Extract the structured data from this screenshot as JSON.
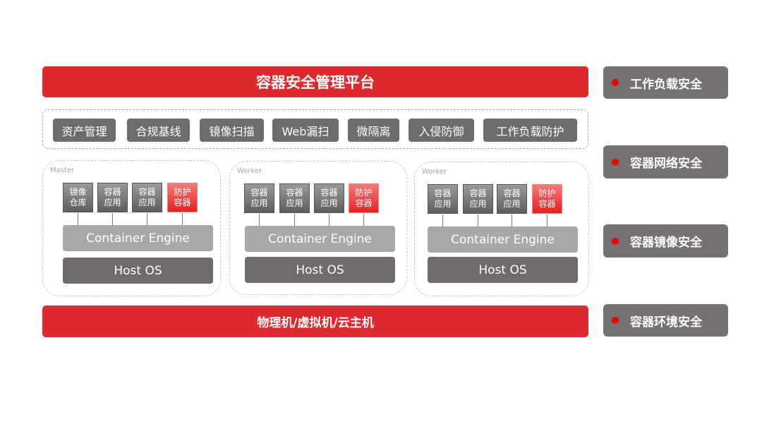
{
  "platform_title": "容器安全管理平台",
  "modules": [
    "资产管理",
    "合规基线",
    "镜像扫描",
    "Web漏扫",
    "微隔离",
    "入侵防御",
    "工作负载防护"
  ],
  "clusters": [
    {
      "label": "Master",
      "pods": [
        "镜像仓库",
        "容器应用",
        "容器应用",
        "防护容器"
      ]
    },
    {
      "label": "Worker",
      "pods": [
        "容器应用",
        "容器应用",
        "容器应用",
        "防护容器"
      ]
    },
    {
      "label": "Worker",
      "pods": [
        "容器应用",
        "容器应用",
        "容器应用",
        "防护容器"
      ]
    }
  ],
  "engine_label": "Container Engine",
  "host_label": "Host OS",
  "infra_title": "物理机/虚拟机/云主机",
  "side_items": [
    "工作负载安全",
    "容器网络安全",
    "容器镜像安全",
    "容器环境安全"
  ],
  "colors": {
    "red": "#de2a2f",
    "gray": "#767171",
    "light_gray": "#a9a7a7"
  }
}
